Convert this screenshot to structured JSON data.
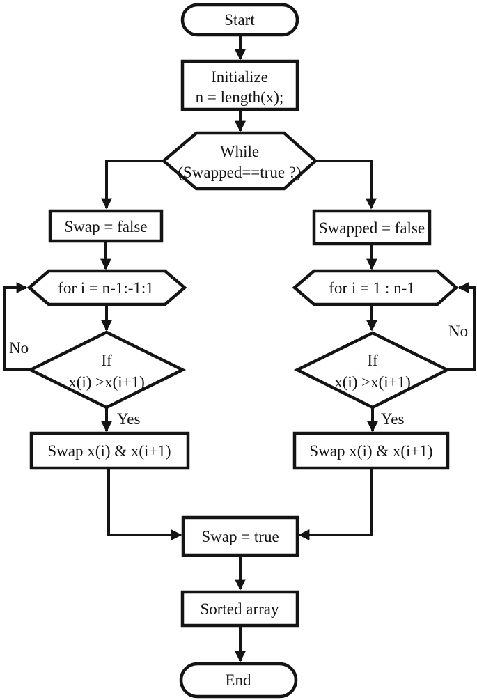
{
  "diagram": {
    "type": "flowchart",
    "subject": "bubble-sort-algorithm",
    "colors": {
      "background": "#ffffff",
      "stroke": "#141414",
      "fill": "#ffffff",
      "text": "#141414"
    },
    "nodes": {
      "start": {
        "shape": "stadium",
        "label": "Start"
      },
      "initialize": {
        "shape": "rectangle",
        "line1": "Initialize",
        "line2": "n = length(x);"
      },
      "while_loop": {
        "shape": "hexagon",
        "line1": "While",
        "line2": "(Swapped==true ?)"
      },
      "swap_false_left": {
        "shape": "rectangle",
        "label": "Swap = false"
      },
      "for_left": {
        "shape": "hexagon",
        "label": "for i = n-1:-1:1"
      },
      "if_left": {
        "shape": "diamond",
        "line1": "If",
        "line2": "x(i) >x(i+1)"
      },
      "swap_exec_left": {
        "shape": "rectangle",
        "label": "Swap x(i) & x(i+1)"
      },
      "swapped_false_right": {
        "shape": "rectangle",
        "label": "Swapped = false"
      },
      "for_right": {
        "shape": "hexagon",
        "label": "for i = 1 : n-1"
      },
      "if_right": {
        "shape": "diamond",
        "line1": "If",
        "line2": "x(i) >x(i+1)"
      },
      "swap_exec_right": {
        "shape": "rectangle",
        "label": "Swap x(i) & x(i+1)"
      },
      "swap_true": {
        "shape": "rectangle",
        "label": "Swap = true"
      },
      "sorted_array": {
        "shape": "rectangle",
        "label": "Sorted array"
      },
      "end": {
        "shape": "stadium",
        "label": "End"
      }
    },
    "edge_labels": {
      "no_left": "No",
      "yes_left": "Yes",
      "no_right": "No",
      "yes_right": "Yes"
    }
  }
}
